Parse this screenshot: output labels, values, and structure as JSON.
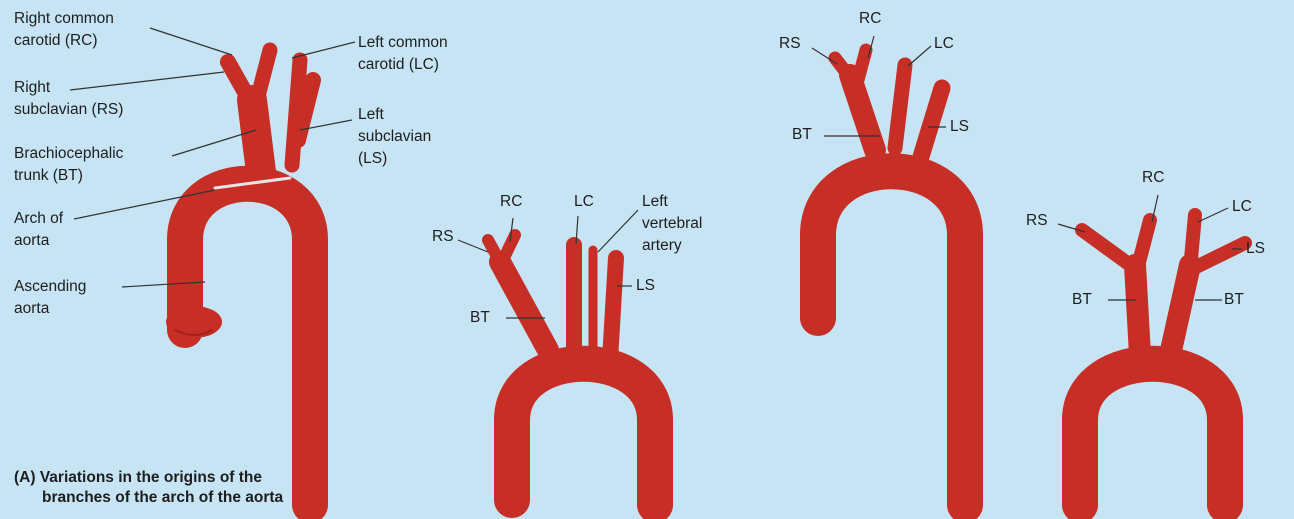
{
  "colors": {
    "background": "#c6e4f4",
    "vessel": "#c62e26",
    "vessel_dark": "#a3201b",
    "label_line": "#333333"
  },
  "panel1": {
    "rc": [
      "Right common",
      "carotid (RC)"
    ],
    "lc": [
      "Left common",
      "carotid (LC)"
    ],
    "rs": [
      "Right",
      "subclavian (RS)"
    ],
    "ls": [
      "Left",
      "subclavian",
      "(LS)"
    ],
    "bt": [
      "Brachiocephalic",
      "trunk (BT)"
    ],
    "arch": [
      "Arch of",
      "aorta"
    ],
    "asc": [
      "Ascending",
      "aorta"
    ]
  },
  "panel2": {
    "rs": "RS",
    "rc": "RC",
    "lc": "LC",
    "lv": [
      "Left",
      "vertebral",
      "artery"
    ],
    "ls": "LS",
    "bt": "BT"
  },
  "panel3": {
    "rs": "RS",
    "rc": "RC",
    "lc": "LC",
    "bt": "BT",
    "ls": "LS"
  },
  "panel4": {
    "rs": "RS",
    "rc": "RC",
    "lc": "LC",
    "ls": "LS",
    "bt_left": "BT",
    "bt_right": "BT"
  },
  "caption": {
    "line1": "(A) Variations in the origins of the",
    "line2": "branches of the arch of the aorta"
  }
}
